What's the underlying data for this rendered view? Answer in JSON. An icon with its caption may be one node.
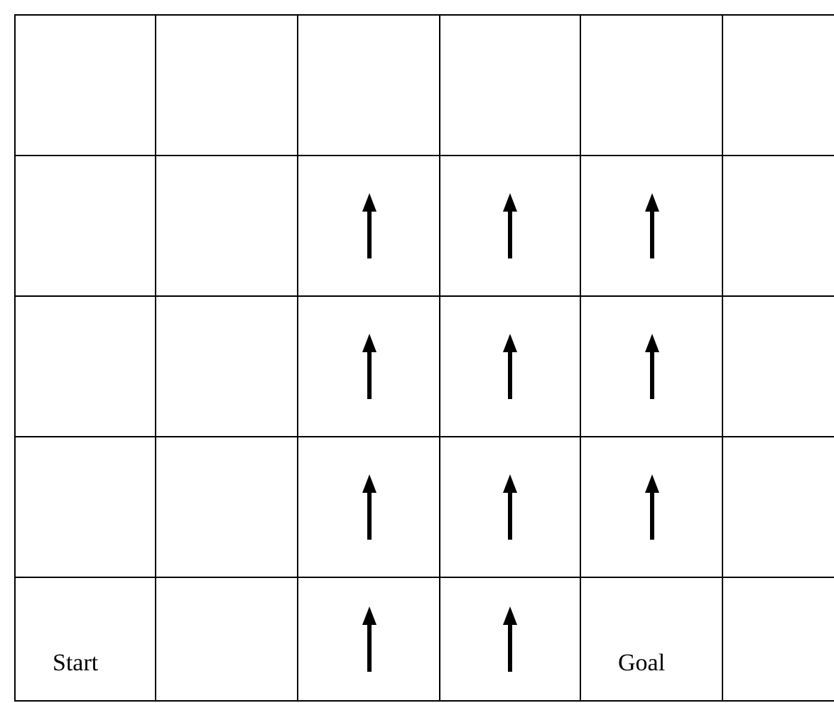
{
  "diagram": {
    "nodes": [
      {
        "text": [],
        "shape": "box"
      },
      {
        "text": [],
        "shape": "box"
      },
      {
        "text": [],
        "shape": "box"
      },
      {
        "text": [],
        "shape": "box"
      },
      {
        "text": [],
        "shape": "box"
      },
      {
        "text": [],
        "shape": "box"
      },
      {
        "text": [],
        "shape": "box"
      },
      {
        "text": [],
        "shape": "box"
      },
      {
        "text": [],
        "shape": "box"
      },
      {
        "text": [],
        "shape": "box"
      },
      {
        "text": [],
        "shape": "box"
      },
      {
        "text": [],
        "shape": "box"
      },
      {
        "text": [],
        "shape": "box"
      },
      {
        "text": [],
        "shape": "box"
      },
      {
        "text": [],
        "shape": "box"
      },
      {
        "text": [],
        "shape": "box"
      },
      {
        "text": [],
        "shape": "box"
      },
      {
        "text": [],
        "shape": "box"
      },
      {
        "text": [],
        "shape": "box"
      },
      {
        "text": [],
        "shape": "box"
      },
      {
        "text": [],
        "shape": "box"
      },
      {
        "text": [],
        "shape": "box"
      },
      {
        "text": [],
        "shape": "box"
      },
      {
        "text": [],
        "shape": "box"
      },
      {
        "text": [
          "Start"
        ]
      },
      {
        "text": [],
        "shape": "box"
      },
      {
        "text": [],
        "shape": "box"
      },
      {
        "text": [],
        "shape": "box"
      },
      {
        "text": [
          "Goal"
        ]
      },
      {
        "text": [],
        "shape": "box"
      },
      {
        "text": [],
        "shape": "arrow",
        "in": 8
      },
      {
        "text": [],
        "shape": "arrow",
        "in": 9
      },
      {
        "text": [],
        "shape": "arrow",
        "in": 10
      },
      {
        "text": [],
        "shape": "arrow",
        "in": 14
      },
      {
        "text": [],
        "shape": "arrow",
        "in": 15
      },
      {
        "text": [],
        "shape": "arrow",
        "in": 16
      },
      {
        "text": [],
        "shape": "arrow",
        "in": 20
      },
      {
        "text": [],
        "shape": "arrow",
        "in": 21
      },
      {
        "text": [],
        "shape": "arrow",
        "in": 22
      },
      {
        "text": [],
        "shape": "arrow",
        "in": 26
      },
      {
        "text": [],
        "shape": "arrow",
        "in": 27
      }
    ]
  }
}
